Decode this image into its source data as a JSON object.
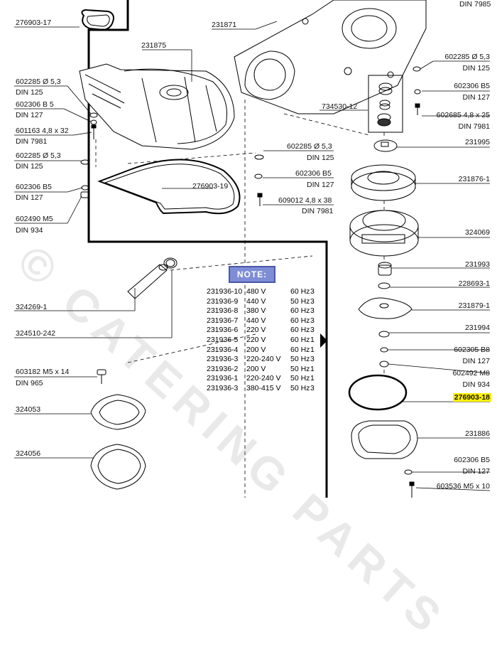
{
  "watermark": "© CATERING PARTS",
  "note": {
    "title": "NOTE:",
    "rows": [
      {
        "part": "231936-10",
        "voltage": "480 V",
        "freq": "60 Hz",
        "phase": "3"
      },
      {
        "part": "231936-9",
        "voltage": "440 V",
        "freq": "50 Hz",
        "phase": "3"
      },
      {
        "part": "231936-8",
        "voltage": "380 V",
        "freq": "60 Hz",
        "phase": "3"
      },
      {
        "part": "231936-7",
        "voltage": "440 V",
        "freq": "60 Hz",
        "phase": "3"
      },
      {
        "part": "231936-6",
        "voltage": "220 V",
        "freq": "60 Hz",
        "phase": "3"
      },
      {
        "part": "231936-5",
        "voltage": "220 V",
        "freq": "60 Hz",
        "phase": "1"
      },
      {
        "part": "231936-4",
        "voltage": "200 V",
        "freq": "60 Hz",
        "phase": "1"
      },
      {
        "part": "231936-3",
        "voltage": "220-240 V",
        "freq": "50 Hz",
        "phase": "3"
      },
      {
        "part": "231936-2",
        "voltage": "200 V",
        "freq": "50 Hz",
        "phase": "1"
      },
      {
        "part": "231936-1",
        "voltage": "220-240 V",
        "freq": "50 Hz",
        "phase": "1"
      },
      {
        "part": "231936-3",
        "voltage": "380-415 V",
        "freq": "50 Hz",
        "phase": "3"
      }
    ]
  },
  "labels": {
    "l_276903_17": "276903-17",
    "l_231875": "231875",
    "l_231871": "231871",
    "l_din7985_top": "DIN 7985",
    "l_602285_a1": "602285 Ø 5,3",
    "l_602285_a2": "DIN 125",
    "l_602306_a1": "602306 B 5",
    "l_602306_a2": "DIN 127",
    "l_601163_1": "601163 4,8 x 32",
    "l_601163_2": "DIN 7981",
    "l_602285_b1": "602285 Ø 5,3",
    "l_602285_b2": "DIN 125",
    "l_602306_b1": "602306 B5",
    "l_602306_b2": "DIN 127",
    "l_602490_1": "602490 M5",
    "l_602490_2": "DIN 934",
    "l_276903_19": "276903-19",
    "l_602285_c1": "602285 Ø 5,3",
    "l_602285_c2": "DIN 125",
    "l_602306_c1": "602306 B5",
    "l_602306_c2": "DIN 127",
    "l_609012_1": "609012 4,8 x 38",
    "l_609012_2": "DIN 7981",
    "l_734530": "734530-12",
    "l_602285_r1": "602285 Ø 5,3",
    "l_602285_r2": "DIN 125",
    "l_602306_r1": "602306 B5",
    "l_602306_r2": "DIN 127",
    "l_602685_1": "602685 4,8 x 25",
    "l_602685_2": "DIN 7981",
    "l_231995": "231995",
    "l_231876": "231876-1",
    "l_324069": "324069",
    "l_231993": "231993",
    "l_228693": "228693-1",
    "l_231879": "231879-1",
    "l_231994": "231994",
    "l_602305_1": "602305 B8",
    "l_602305_2": "DIN 127",
    "l_602492_1": "602492 M8",
    "l_602492_2": "DIN 934",
    "l_276903_18": "276903-18",
    "l_231886": "231886",
    "l_602306_d1": "602306 B5",
    "l_602306_d2": "DIN 127",
    "l_603536_1": "603536 M5 x 10",
    "l_324269": "324269-1",
    "l_324510": "324510-242",
    "l_603182_1": "603182 M5 x 14",
    "l_603182_2": "DIN 965",
    "l_324053": "324053",
    "l_324056": "324056"
  }
}
